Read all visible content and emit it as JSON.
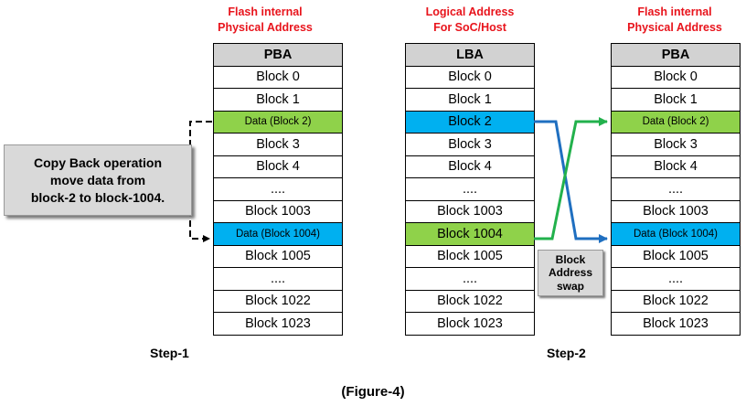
{
  "headers": {
    "left": [
      "Flash internal",
      "Physical Address"
    ],
    "middle": [
      "Logical Address",
      "For SoC/Host"
    ],
    "right": [
      "Flash internal",
      "Physical Address"
    ]
  },
  "columns": {
    "left": [
      "PBA",
      "Block 0",
      "Block 1",
      "Data (Block 2)",
      "Block 3",
      "Block 4",
      "....",
      "Block 1003",
      "Data (Block 1004)",
      "Block 1005",
      "....",
      "Block 1022",
      "Block 1023"
    ],
    "middle": [
      "LBA",
      "Block 0",
      "Block 1",
      "Block 2",
      "Block 3",
      "Block 4",
      "....",
      "Block 1003",
      "Block 1004",
      "Block 1005",
      "....",
      "Block 1022",
      "Block 1023"
    ],
    "right": [
      "PBA",
      "Block 0",
      "Block 1",
      "Data (Block 2)",
      "Block 3",
      "Block 4",
      "....",
      "Block 1003",
      "Data (Block 1004)",
      "Block 1005",
      "....",
      "Block 1022",
      "Block 1023"
    ]
  },
  "highlight_colors": {
    "green": "#8fd24a",
    "blue": "#00b0f0",
    "header": "#d2d2d2",
    "title_red": "#e8141c"
  },
  "callout": {
    "lines": [
      "Copy Back operation",
      "move data from",
      "block-2 to block-1004."
    ]
  },
  "swap_box": {
    "lines": [
      "Block",
      "Address",
      "swap"
    ]
  },
  "steps": {
    "step1": "Step-1",
    "step2": "Step-2"
  },
  "figure_caption": "(Figure-4)"
}
